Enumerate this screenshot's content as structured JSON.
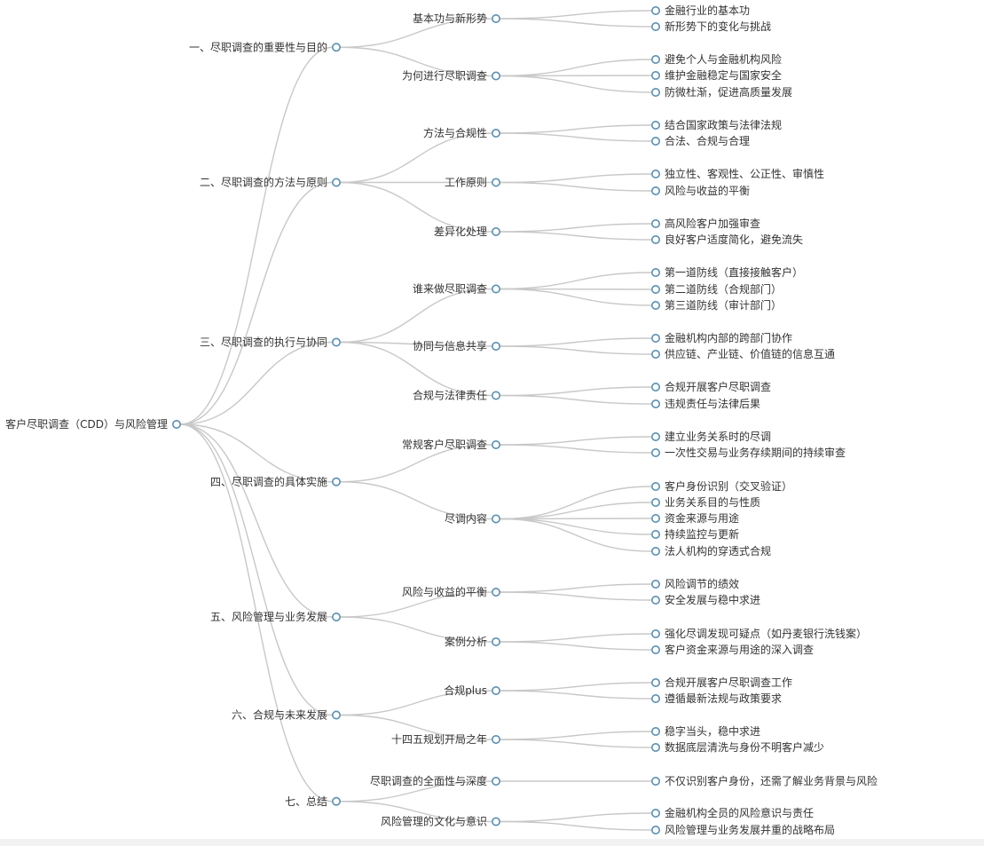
{
  "tree": {
    "name": "客户尽职调查（CDD）与风险管理",
    "children": [
      {
        "name": "一、尽职调查的重要性与目的",
        "children": [
          {
            "name": "基本功与新形势",
            "children": [
              {
                "name": "金融行业的基本功"
              },
              {
                "name": "新形势下的变化与挑战"
              }
            ]
          },
          {
            "name": "为何进行尽职调查",
            "children": [
              {
                "name": "避免个人与金融机构风险"
              },
              {
                "name": "维护金融稳定与国家安全"
              },
              {
                "name": "防微杜渐，促进高质量发展"
              }
            ]
          }
        ]
      },
      {
        "name": "二、尽职调查的方法与原则",
        "children": [
          {
            "name": "方法与合规性",
            "children": [
              {
                "name": "结合国家政策与法律法规"
              },
              {
                "name": "合法、合规与合理"
              }
            ]
          },
          {
            "name": "工作原则",
            "children": [
              {
                "name": "独立性、客观性、公正性、审慎性"
              },
              {
                "name": "风险与收益的平衡"
              }
            ]
          },
          {
            "name": "差异化处理",
            "children": [
              {
                "name": "高风险客户加强审查"
              },
              {
                "name": "良好客户适度简化，避免流失"
              }
            ]
          }
        ]
      },
      {
        "name": "三、尽职调查的执行与协同",
        "children": [
          {
            "name": "谁来做尽职调查",
            "children": [
              {
                "name": "第一道防线（直接接触客户）"
              },
              {
                "name": "第二道防线（合规部门）"
              },
              {
                "name": "第三道防线（审计部门）"
              }
            ]
          },
          {
            "name": "协同与信息共享",
            "children": [
              {
                "name": "金融机构内部的跨部门协作"
              },
              {
                "name": "供应链、产业链、价值链的信息互通"
              }
            ]
          },
          {
            "name": "合规与法律责任",
            "children": [
              {
                "name": "合规开展客户尽职调查"
              },
              {
                "name": "违规责任与法律后果"
              }
            ]
          }
        ]
      },
      {
        "name": "四、尽职调查的具体实施",
        "children": [
          {
            "name": "常规客户尽职调查",
            "children": [
              {
                "name": "建立业务关系时的尽调"
              },
              {
                "name": "一次性交易与业务存续期间的持续审查"
              }
            ]
          },
          {
            "name": "尽调内容",
            "children": [
              {
                "name": "客户身份识别（交叉验证）"
              },
              {
                "name": "业务关系目的与性质"
              },
              {
                "name": "资金来源与用途"
              },
              {
                "name": "持续监控与更新"
              },
              {
                "name": "法人机构的穿透式合规"
              }
            ]
          }
        ]
      },
      {
        "name": "五、风险管理与业务发展",
        "children": [
          {
            "name": "风险与收益的平衡",
            "children": [
              {
                "name": "风险调节的绩效"
              },
              {
                "name": "安全发展与稳中求进"
              }
            ]
          },
          {
            "name": "案例分析",
            "children": [
              {
                "name": "强化尽调发现可疑点（如丹麦银行洗钱案）"
              },
              {
                "name": "客户资金来源与用途的深入调查"
              }
            ]
          }
        ]
      },
      {
        "name": "六、合规与未来发展",
        "children": [
          {
            "name": "合规plus",
            "children": [
              {
                "name": "合规开展客户尽职调查工作"
              },
              {
                "name": "遵循最新法规与政策要求"
              }
            ]
          },
          {
            "name": "十四五规划开局之年",
            "children": [
              {
                "name": "稳字当头，稳中求进"
              },
              {
                "name": "数据底层清洗与身份不明客户减少"
              }
            ]
          }
        ]
      },
      {
        "name": "七、总结",
        "children": [
          {
            "name": "尽职调查的全面性与深度",
            "children": [
              {
                "name": "不仅识别客户身份，还需了解业务背景与风险"
              }
            ]
          },
          {
            "name": "风险管理的文化与意识",
            "children": [
              {
                "name": "金融机构全员的风险意识与责任"
              },
              {
                "name": "风险管理与业务发展并重的战略布局"
              }
            ]
          }
        ]
      }
    ]
  },
  "colors": {
    "link": "#c8c8c8",
    "node_stroke": "#5a8fb0",
    "node_fill": "#ffffff",
    "text": "#333333"
  }
}
